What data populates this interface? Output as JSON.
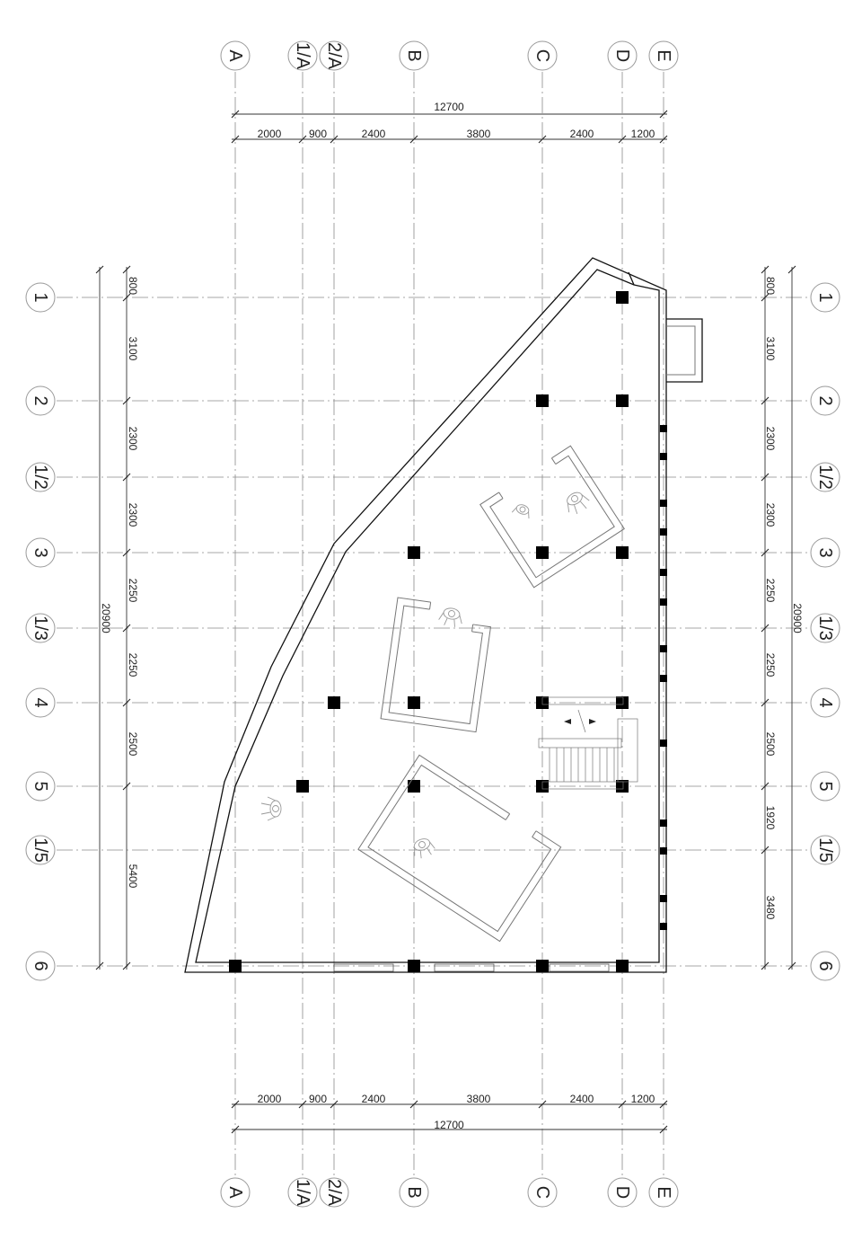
{
  "column_axes": [
    "A",
    "1/A",
    "2/A",
    "B",
    "C",
    "D",
    "E"
  ],
  "row_axes": [
    "1",
    "2",
    "1/2",
    "3",
    "1/3",
    "4",
    "5",
    "1/5",
    "6"
  ],
  "top_dimensions": {
    "total": "12700",
    "segments": [
      "2000",
      "900",
      "2400",
      "3800",
      "2400",
      "1200"
    ]
  },
  "bottom_dimensions": {
    "segments": [
      "2000",
      "900",
      "2400",
      "3800",
      "2400",
      "1200"
    ],
    "total": "12700"
  },
  "left_dimensions": {
    "total": "20900",
    "segments": [
      "800",
      "3100",
      "2300",
      "2300",
      "2250",
      "2250",
      "2500",
      "5400"
    ]
  },
  "right_dimensions": {
    "total": "20900",
    "segments": [
      "800",
      "3100",
      "2300",
      "2300",
      "2250",
      "2250",
      "2500",
      "1920",
      "3480"
    ]
  }
}
